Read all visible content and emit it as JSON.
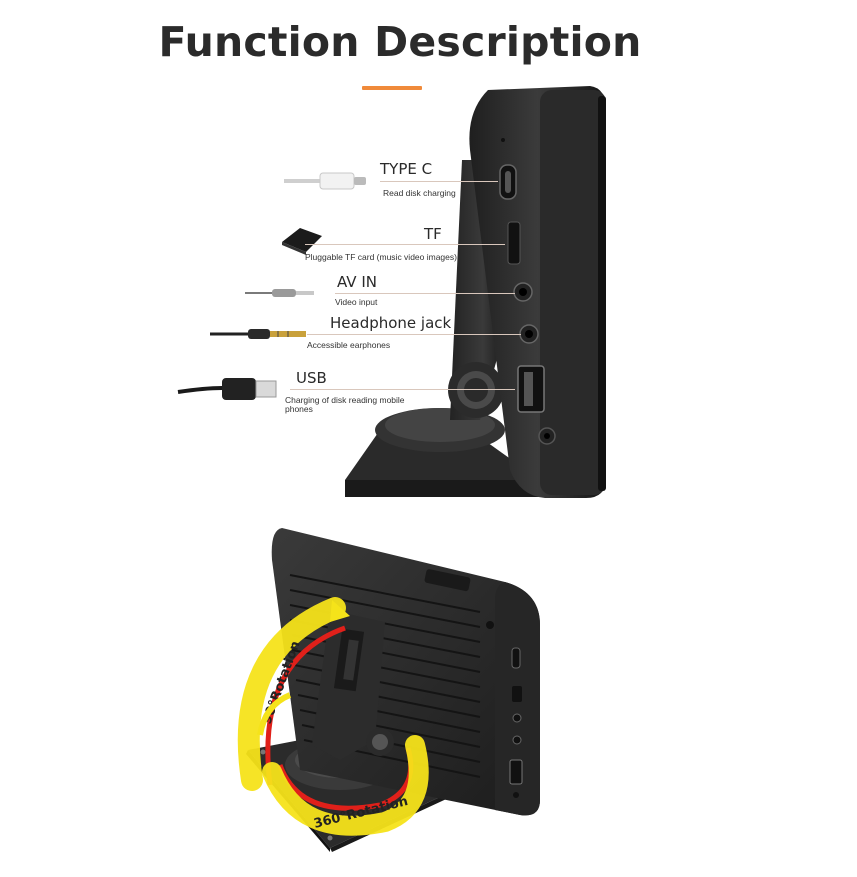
{
  "title": "Function Description",
  "accent_color": "#f08a3a",
  "ports": [
    {
      "label": "TYPE C",
      "desc": "Read disk charging",
      "icon": "usb-c-cable-icon"
    },
    {
      "label": "TF",
      "desc": "Pluggable TF card (music video images)",
      "icon": "tf-card-icon"
    },
    {
      "label": "AV IN",
      "desc": "Video input",
      "icon": "av-cable-icon"
    },
    {
      "label": "Headphone jack",
      "desc": "Accessible earphones",
      "icon": "headphone-plug-icon"
    },
    {
      "label": "USB",
      "desc": "Charging of disk reading mobile phones",
      "icon": "usb-a-cable-icon"
    }
  ],
  "rotation": {
    "vertical_label": "90°Rotation",
    "horizontal_label": "360°Rotation",
    "arc_color_red": "#e0201a",
    "arc_color_yellow": "#f5e31a"
  }
}
